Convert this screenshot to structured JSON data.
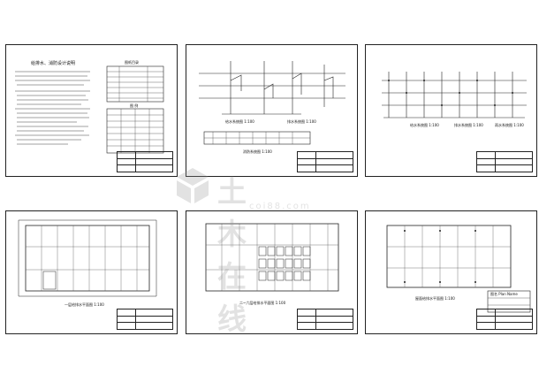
{
  "sheets": [
    {
      "id": "s1",
      "heading": "给排水、消防设计说明",
      "table_title": "图纸目录",
      "table2_title": "图 例",
      "block_title": "给排水设计说明"
    },
    {
      "id": "s2",
      "caption_left": "给水系统图 1:100",
      "caption_right": "排水系统图 1:100",
      "caption_bottom": "消防系统图 1:100"
    },
    {
      "id": "s3",
      "caption_1": "给水系统图 1:100",
      "caption_2": "排水系统图 1:100",
      "caption_3": "雨水系统图 1:100"
    },
    {
      "id": "s4",
      "caption": "一层给排水平面图 1:100"
    },
    {
      "id": "s5",
      "caption": "二~六层给排水平面图 1:100"
    },
    {
      "id": "s6",
      "caption": "屋面给排水平面图 1:100",
      "stamp_title": "图名 Plan Name"
    }
  ],
  "watermark": {
    "text": "土木在线",
    "sub": "coi88.com",
    "color": "#9a9a9a"
  }
}
